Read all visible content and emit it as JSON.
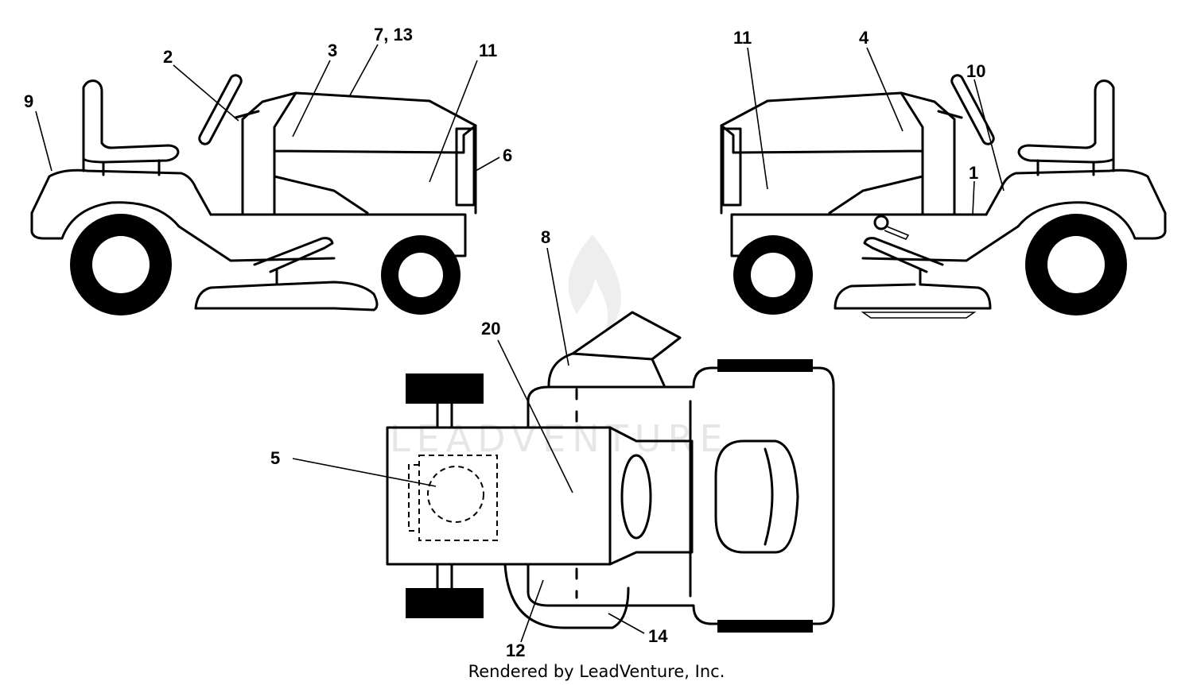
{
  "watermark": "LEADVENTURE",
  "credit": "Rendered by LeadVenture, Inc.",
  "callouts": {
    "c9": "9",
    "c2": "2",
    "c3": "3",
    "c7_13": "7, 13",
    "c11_left": "11",
    "c6": "6",
    "c11_right": "11",
    "c4": "4",
    "c10": "10",
    "c1": "1",
    "c8": "8",
    "c20": "20",
    "c5": "5",
    "c12": "12",
    "c14": "14"
  }
}
